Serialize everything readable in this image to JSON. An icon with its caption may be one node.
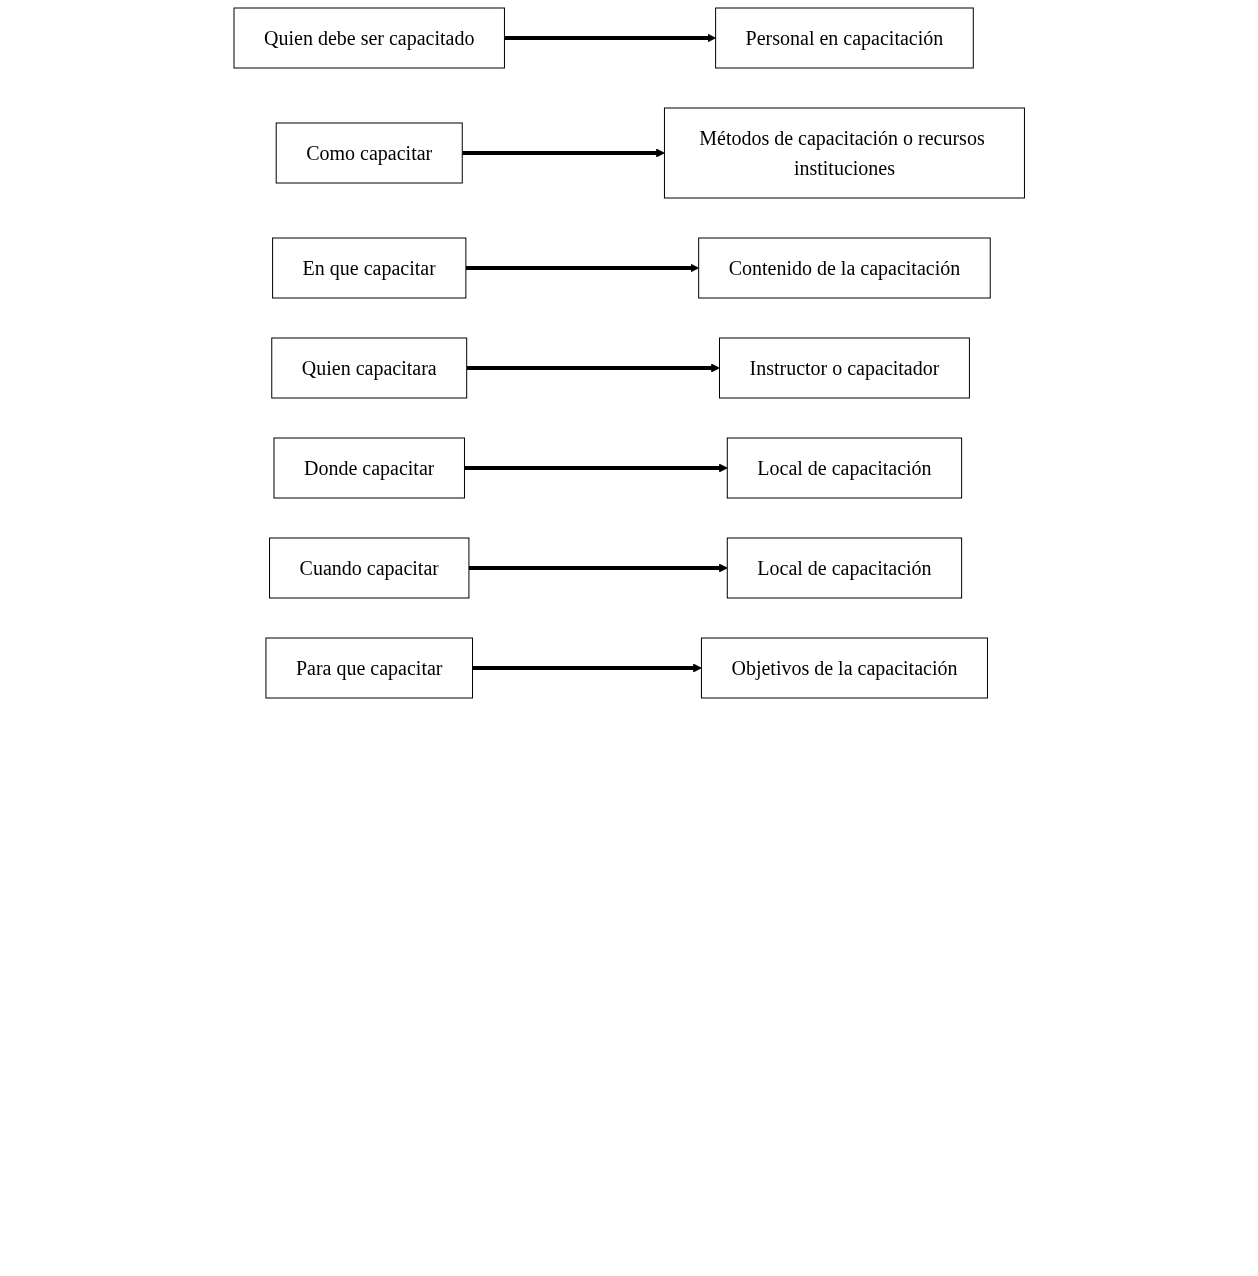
{
  "diagram": {
    "nodes": [
      {
        "text": [
          "Quien debe ser capacitado"
        ]
      },
      {
        "text": [
          "Personal en capacitación"
        ]
      },
      {
        "text": [
          "Como capacitar"
        ]
      },
      {
        "text": [
          "Métodos de capacitación o recursos instituciones"
        ]
      },
      {
        "text": [
          "En que capacitar"
        ]
      },
      {
        "text": [
          "Contenido de la capacitación"
        ]
      },
      {
        "text": [
          "Quien capacitara"
        ]
      },
      {
        "text": [
          "Instructor o capacitador"
        ]
      },
      {
        "text": [
          "Donde capacitar"
        ]
      },
      {
        "text": [
          "Local de capacitación"
        ]
      },
      {
        "text": [
          "Cuando capacitar"
        ]
      },
      {
        "text": [
          "Local de capacitación"
        ]
      },
      {
        "text": [
          "Para que capacitar"
        ]
      },
      {
        "text": [
          "Objetivos de la capacitación"
        ]
      }
    ],
    "edges": [
      {
        "from": 0,
        "to": 1,
        "arrow": "to"
      },
      {
        "from": 2,
        "to": 3,
        "arrow": "to"
      },
      {
        "from": 4,
        "to": 5,
        "arrow": "to"
      },
      {
        "from": 6,
        "to": 7,
        "arrow": "to"
      },
      {
        "from": 8,
        "to": 9,
        "arrow": "to"
      },
      {
        "from": 10,
        "to": 11,
        "arrow": "to"
      },
      {
        "from": 12,
        "to": 13,
        "arrow": "to"
      }
    ]
  }
}
